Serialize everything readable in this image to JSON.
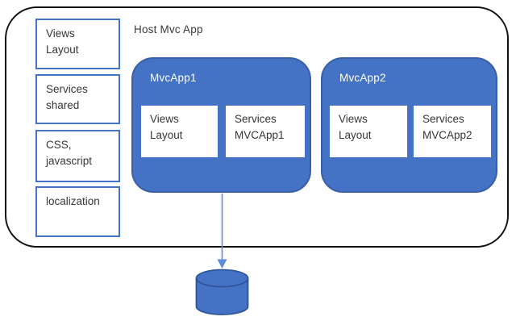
{
  "diagram": {
    "host": {
      "label": "Host Mvc App"
    },
    "sidebar": {
      "items": [
        {
          "label": "Views\nLayout"
        },
        {
          "label": "Services\nshared"
        },
        {
          "label": "CSS,\njavascript"
        },
        {
          "label": "localization"
        }
      ]
    },
    "apps": [
      {
        "title": "MvcApp1",
        "boxes": [
          {
            "label": "Views\nLayout"
          },
          {
            "label": "Services\nMVCApp1"
          }
        ]
      },
      {
        "title": "MvcApp2",
        "boxes": [
          {
            "label": "Views\nLayout"
          },
          {
            "label": "Services\nMVCApp2"
          }
        ]
      }
    ],
    "connector": {
      "from": "MvcApp1",
      "to": "database",
      "style": "arrow-down"
    },
    "icons": {
      "database": "database-cylinder-icon"
    },
    "colors": {
      "app_fill": "#4472C4",
      "app_border": "#3A5FA8",
      "box_border": "#4472C4",
      "outline": "#111111",
      "arrow": "#5B8BD9",
      "cylinder_fill": "#4472C4",
      "cylinder_border": "#2F5597"
    }
  }
}
